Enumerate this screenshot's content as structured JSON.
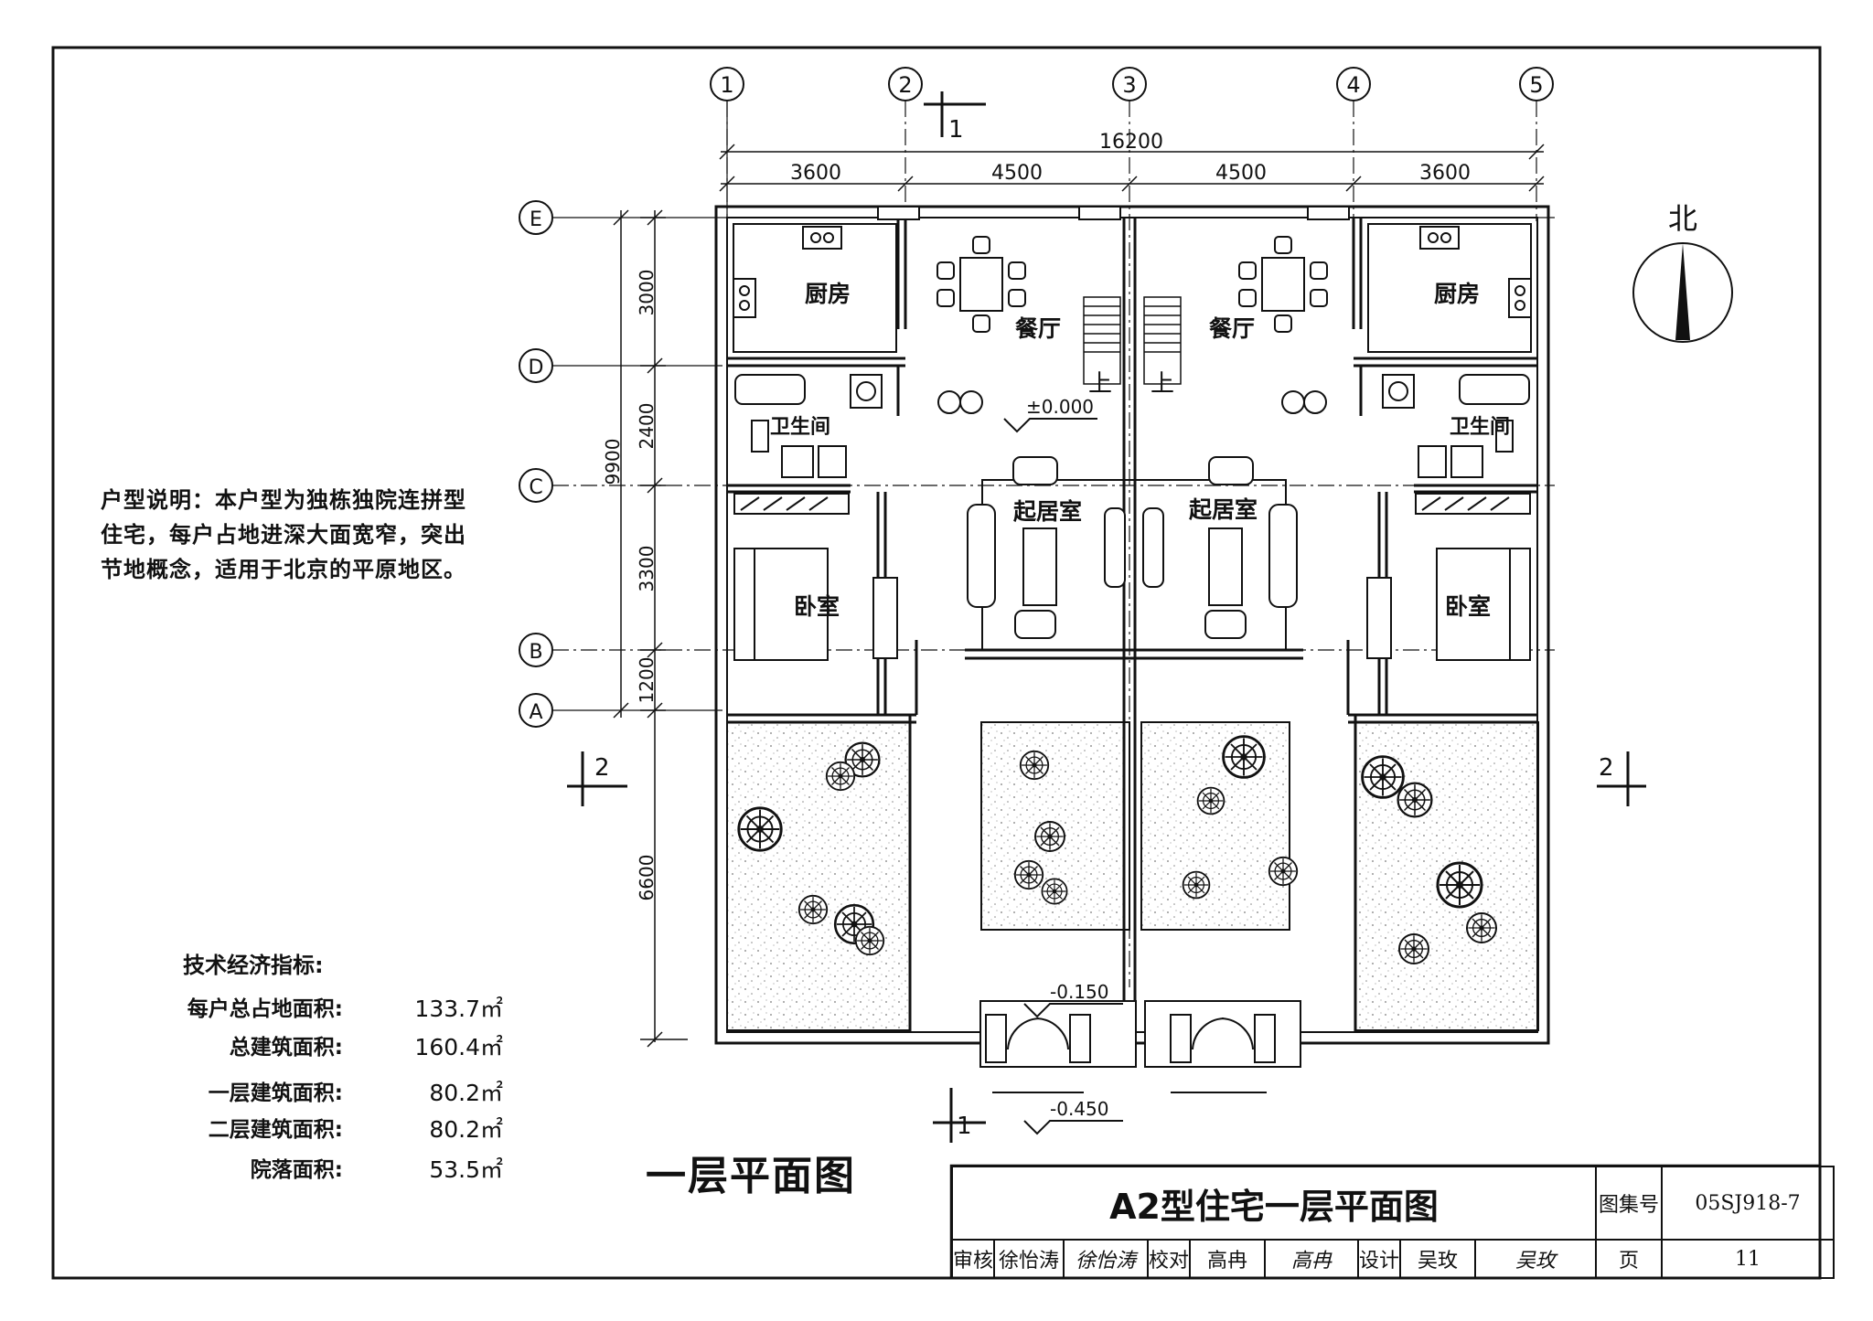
{
  "drawing": {
    "axes_h": [
      "1",
      "2",
      "3",
      "4",
      "5"
    ],
    "axes_v": [
      "E",
      "D",
      "C",
      "B",
      "A"
    ],
    "dim_total_top": "16200",
    "dims_top": [
      "3600",
      "4500",
      "4500",
      "3600"
    ],
    "dims_left": [
      "3000",
      "2400",
      "3300",
      "1200",
      "6600"
    ],
    "dim_left_total": "9900",
    "rooms": {
      "kitchen": "厨房",
      "dining": "餐厅",
      "bath": "卫生间",
      "living": "起居室",
      "bedroom": "卧室"
    },
    "stair_up": "上",
    "elev_floor": "±0.000",
    "elev_entry": "-0.150",
    "elev_outside": "-0.450",
    "section1": "1",
    "section2": "2",
    "north": "北"
  },
  "description": {
    "text": "户型说明：本户型为独栋独院连拼型住宅，每户占地进深大面宽窄，突出节地概念，适用于北京的平原地区。"
  },
  "tech": {
    "title": "技术经济指标:",
    "rows": [
      {
        "label": "每户总占地面积:",
        "value": "133.7㎡"
      },
      {
        "label": "总建筑面积:",
        "value": "160.4㎡"
      },
      {
        "label": "一层建筑面积:",
        "value": "80.2㎡"
      },
      {
        "label": "二层建筑面积:",
        "value": "80.2㎡"
      },
      {
        "label": "院落面积:",
        "value": "53.5㎡"
      }
    ]
  },
  "plan_title": "一层平面图",
  "title_block": {
    "title": "A2型住宅一层平面图",
    "atlas_label": "图集号",
    "atlas_no": "05SJ918-7",
    "review": "审核",
    "review_name": "徐怡涛",
    "review_sign": "徐怡涛",
    "check": "校对",
    "check_name": "高冉",
    "check_sign": "高冉",
    "design": "设计",
    "design_name": "吴玫",
    "design_sign": "吴玫",
    "page_label": "页",
    "page_no": "11"
  }
}
